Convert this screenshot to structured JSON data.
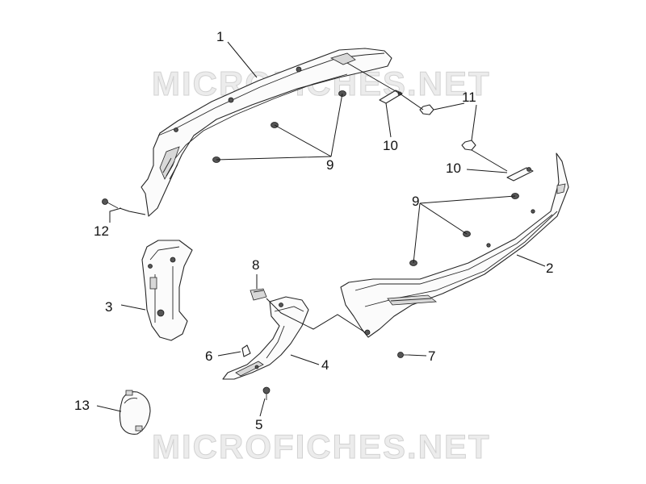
{
  "watermark": {
    "top": "MICROFICHES.NET",
    "bottom": "MICROFICHES.NET"
  },
  "callouts": {
    "c1": "1",
    "c2": "2",
    "c3": "3",
    "c4": "4",
    "c5": "5",
    "c6": "6",
    "c7": "7",
    "c8": "8",
    "c9a": "9",
    "c9b": "9",
    "c10a": "10",
    "c10b": "10",
    "c11": "11",
    "c12": "12",
    "c13": "13"
  }
}
